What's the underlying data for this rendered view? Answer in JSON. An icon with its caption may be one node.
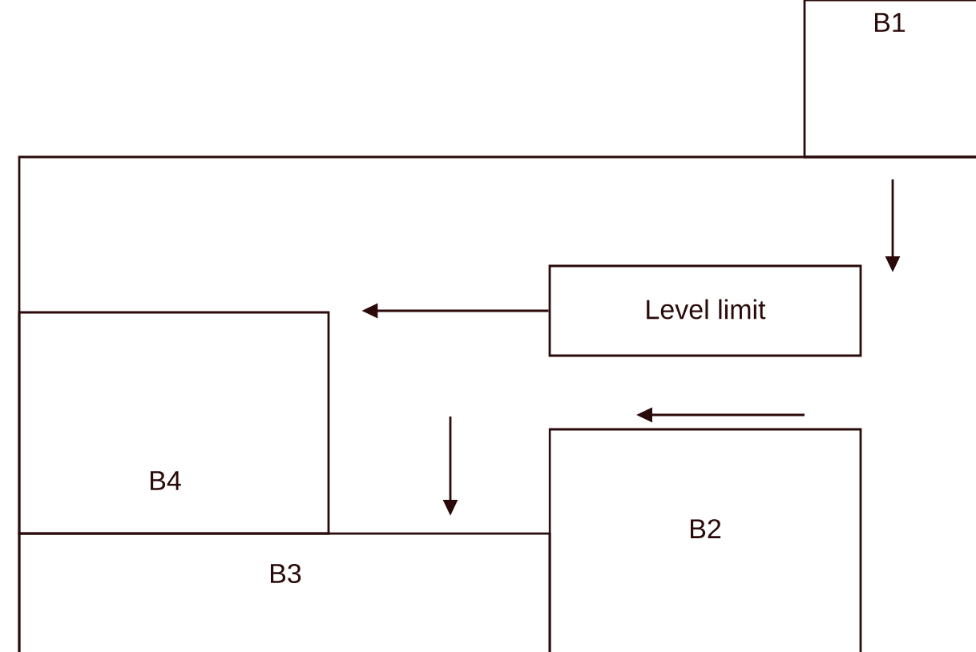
{
  "diagram": {
    "nodes": [
      {
        "text": [
          "B1"
        ]
      },
      {
        "text": [],
        "shape": "box"
      },
      {
        "text": [
          "Level limit"
        ],
        "in": 1
      },
      {
        "text": [
          "B4"
        ],
        "in": 1
      },
      {
        "text": [
          "B2"
        ],
        "in": 1
      },
      {
        "text": [
          "B3"
        ],
        "in": 1
      }
    ],
    "edges": [
      {
        "from": 2,
        "to": 3,
        "arrow": "to"
      }
    ]
  }
}
